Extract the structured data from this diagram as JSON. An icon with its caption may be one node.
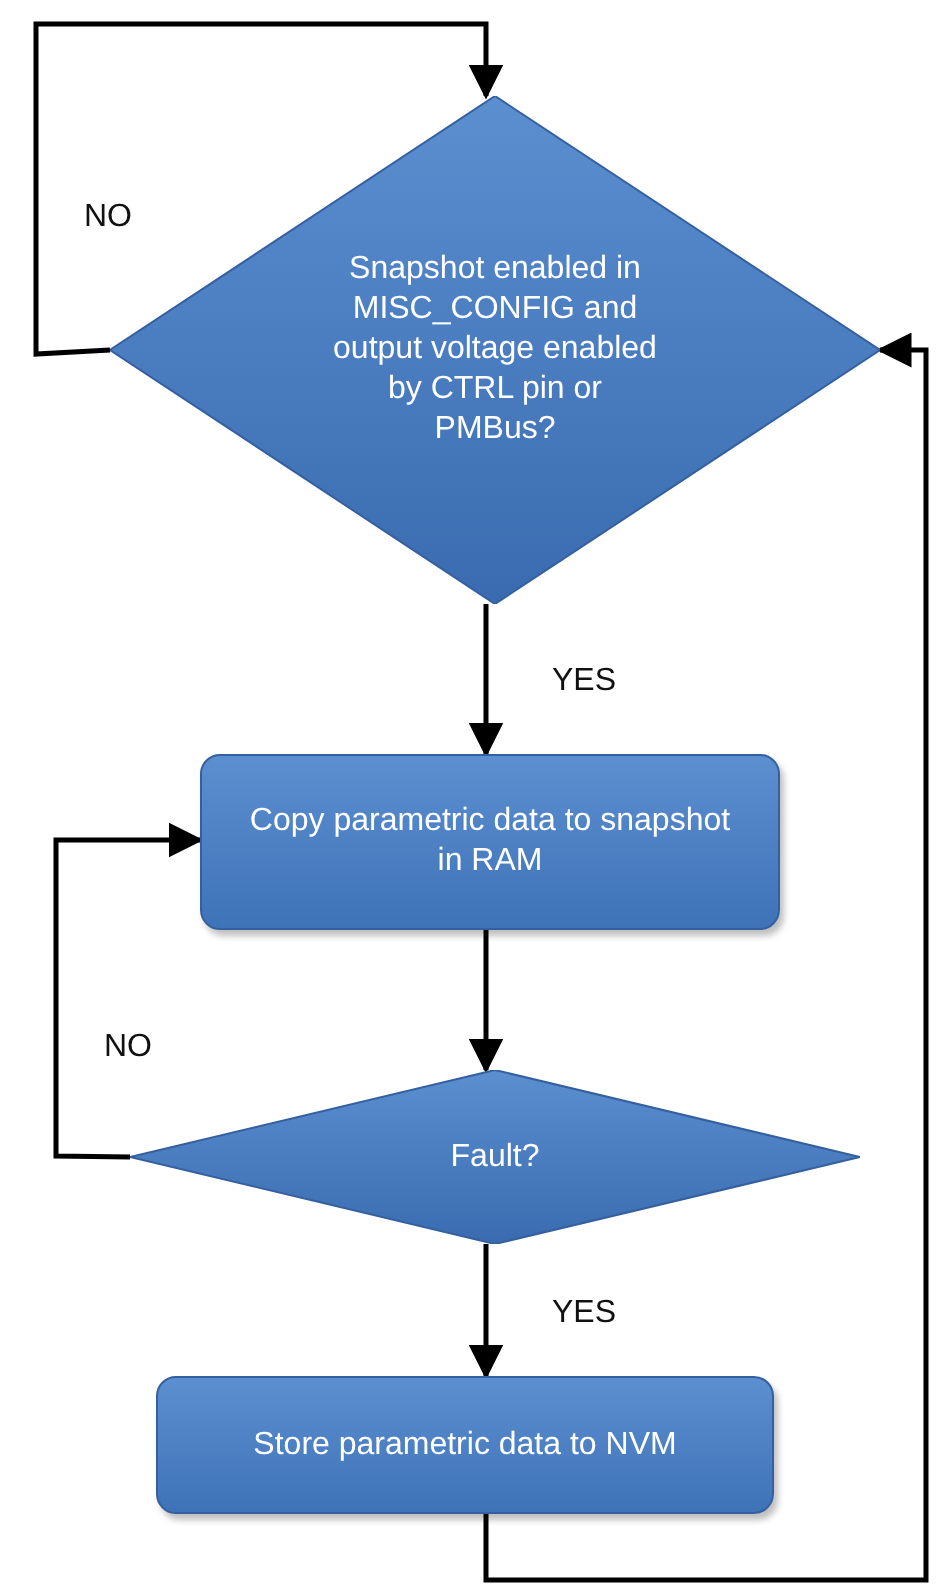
{
  "diagram": {
    "nodes": [
      {
        "text": [
          "Snapshot enabled in MISC_CONFIG and output voltage enabled by CTRL pin or PMBus?"
        ]
      },
      {
        "text": [
          "Copy parametric data to snapshot in RAM"
        ]
      },
      {
        "text": [
          "Fault?"
        ]
      },
      {
        "text": [
          "Store parametric data to NVM"
        ]
      }
    ],
    "edges": [
      {
        "from": 0,
        "to": 0,
        "label": "NO",
        "arrow": "to"
      },
      {
        "from": 0,
        "to": 1,
        "label": "YES",
        "arrow": "to"
      },
      {
        "from": 1,
        "to": 2,
        "arrow": "to"
      },
      {
        "from": 2,
        "to": 1,
        "label": "NO",
        "arrow": "to"
      },
      {
        "from": 2,
        "to": 3,
        "label": "YES",
        "arrow": "to"
      },
      {
        "from": 3,
        "to": 0,
        "arrow": "to"
      }
    ]
  }
}
